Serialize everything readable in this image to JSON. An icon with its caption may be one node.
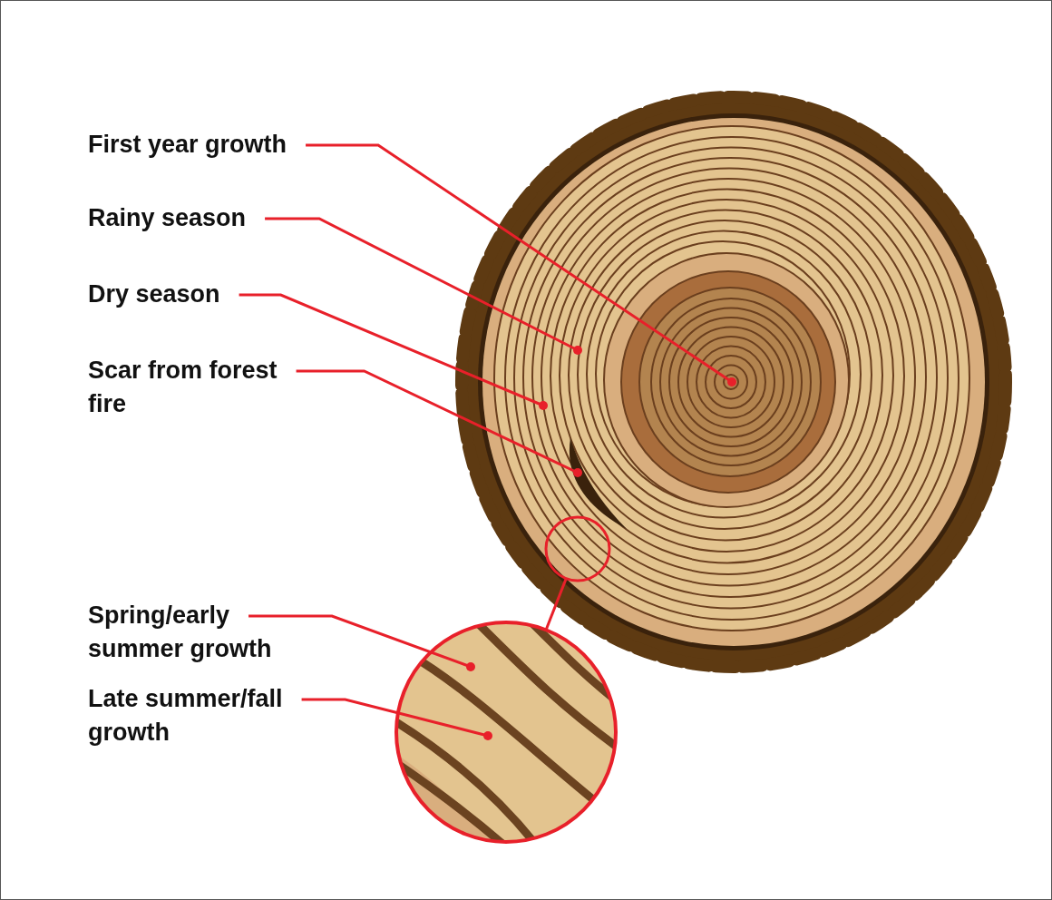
{
  "diagram": {
    "nodes": [
      {
        "text": [
          "First year growth"
        ]
      },
      {
        "text": [
          "Rainy season"
        ]
      },
      {
        "text": [
          "Dry season"
        ]
      },
      {
        "text": [
          "Scar from forest fire"
        ]
      },
      {
        "text": [
          "Spring/early summer growth"
        ]
      },
      {
        "text": [
          "Late summer/fall growth"
        ]
      },
      {
        "text": [],
        "shape": "circle"
      },
      {
        "text": [],
        "shape": "circle"
      }
    ],
    "edges": [
      {
        "from": 0,
        "to": null,
        "arrow": "other"
      },
      {
        "from": 1,
        "to": null,
        "arrow": "other"
      },
      {
        "from": 2,
        "to": null,
        "arrow": "other"
      },
      {
        "from": 3,
        "to": null,
        "arrow": "other"
      },
      {
        "from": 4,
        "to": 7,
        "arrow": "other"
      },
      {
        "from": 5,
        "to": 7,
        "arrow": "other"
      },
      {
        "from": 6,
        "to": 7,
        "arrow": "none"
      }
    ]
  }
}
